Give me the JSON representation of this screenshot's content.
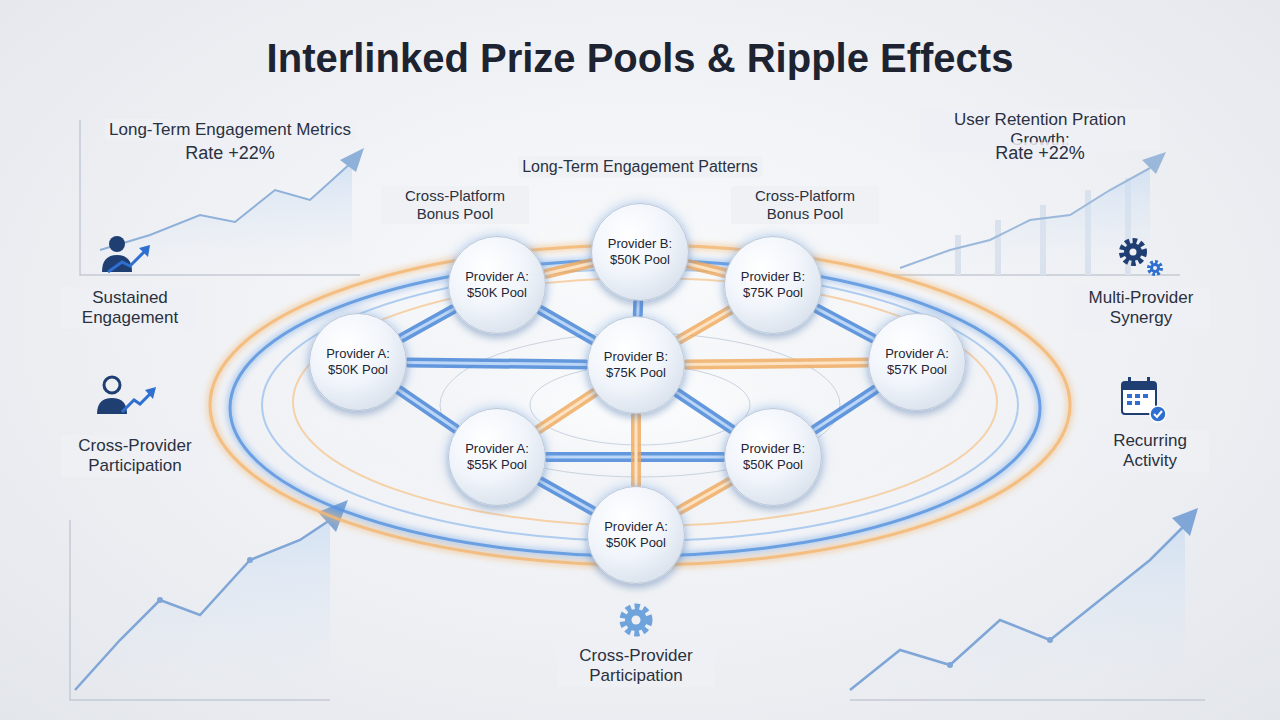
{
  "diagram": {
    "title": "Interlinked Prize Pools & Ripple Effects",
    "nodes": [
      {
        "text": [
          "Provider B: $50K Pool"
        ]
      },
      {
        "text": [
          "Provider A: $50K Pool"
        ]
      },
      {
        "text": [
          "Provider B: $75K Pool"
        ]
      },
      {
        "text": [
          "Provider A: $50K Pool"
        ]
      },
      {
        "text": [
          "Provider B: $75K Pool"
        ]
      },
      {
        "text": [
          "Provider A: $57K Pool"
        ]
      },
      {
        "text": [
          "Provider A: $55K Pool"
        ]
      },
      {
        "text": [
          "Provider B: $50K Pool"
        ]
      },
      {
        "text": [
          "Provider A: $50K Pool"
        ]
      }
    ],
    "edges": [
      {
        "from": 0,
        "to": 1,
        "arrow": "none"
      },
      {
        "from": 0,
        "to": 2,
        "arrow": "none"
      },
      {
        "from": 0,
        "to": 4,
        "arrow": "none"
      },
      {
        "from": 1,
        "to": 3,
        "arrow": "none"
      },
      {
        "from": 1,
        "to": 4,
        "arrow": "none"
      },
      {
        "from": 2,
        "to": 4,
        "arrow": "none"
      },
      {
        "from": 2,
        "to": 5,
        "arrow": "none"
      },
      {
        "from": 3,
        "to": 4,
        "arrow": "none"
      },
      {
        "from": 4,
        "to": 5,
        "arrow": "none"
      },
      {
        "from": 3,
        "to": 6,
        "arrow": "none"
      },
      {
        "from": 5,
        "to": 7,
        "arrow": "none"
      },
      {
        "from": 4,
        "to": 6,
        "arrow": "none"
      },
      {
        "from": 4,
        "to": 7,
        "arrow": "none"
      },
      {
        "from": 6,
        "to": 7,
        "arrow": "none"
      },
      {
        "from": 6,
        "to": 8,
        "arrow": "none"
      },
      {
        "from": 7,
        "to": 8,
        "arrow": "none"
      },
      {
        "from": 4,
        "to": 8,
        "arrow": "none"
      }
    ],
    "labels": [
      "Long-Term Engagement Metrics",
      "Rate +22%",
      "Long-Term Engagement Patterns",
      "User Retention Pration Growth:",
      "Rate +22%",
      "Cross-Platform Bonus Pool",
      "Cross-Platform Bonus Pool",
      "Sustained Engagement",
      "Multi-Provider Synergy",
      "Cross-Provider Participation",
      "Recurring Activity",
      "Cross-Provider Participation"
    ]
  }
}
